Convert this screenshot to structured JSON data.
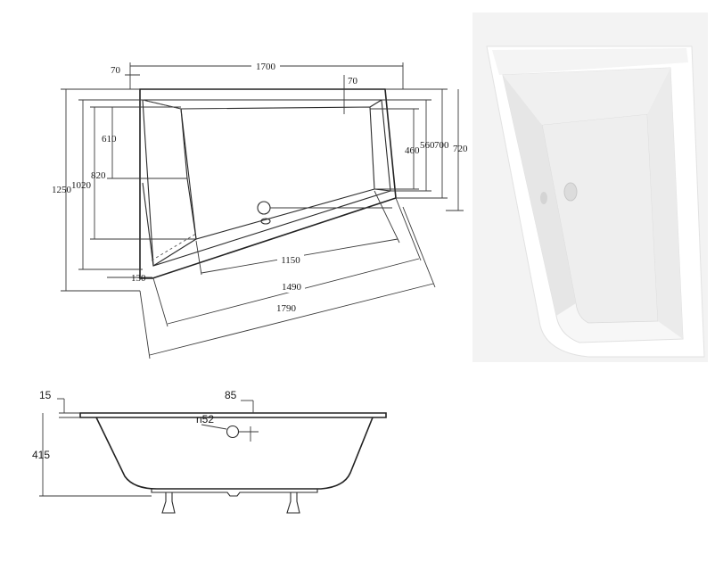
{
  "plan_view": {
    "dimensions": {
      "top_width": "1700",
      "top_left_offset": "70",
      "right_offset": "70",
      "height_total": "1250",
      "height_inner": "1020",
      "height_820": "820",
      "height_610": "610",
      "right_460": "460",
      "right_560": "560",
      "right_700": "700",
      "right_720": "720",
      "left_130": "130",
      "bottom_1150": "1150",
      "bottom_1490": "1490",
      "bottom_1790": "1790"
    }
  },
  "side_view": {
    "dimensions": {
      "rim": "15",
      "overflow_offset": "85",
      "overflow_label": "n52",
      "depth": "415"
    }
  },
  "photo": {
    "background": "#f2f2f2",
    "tub_color": "#ffffff"
  }
}
